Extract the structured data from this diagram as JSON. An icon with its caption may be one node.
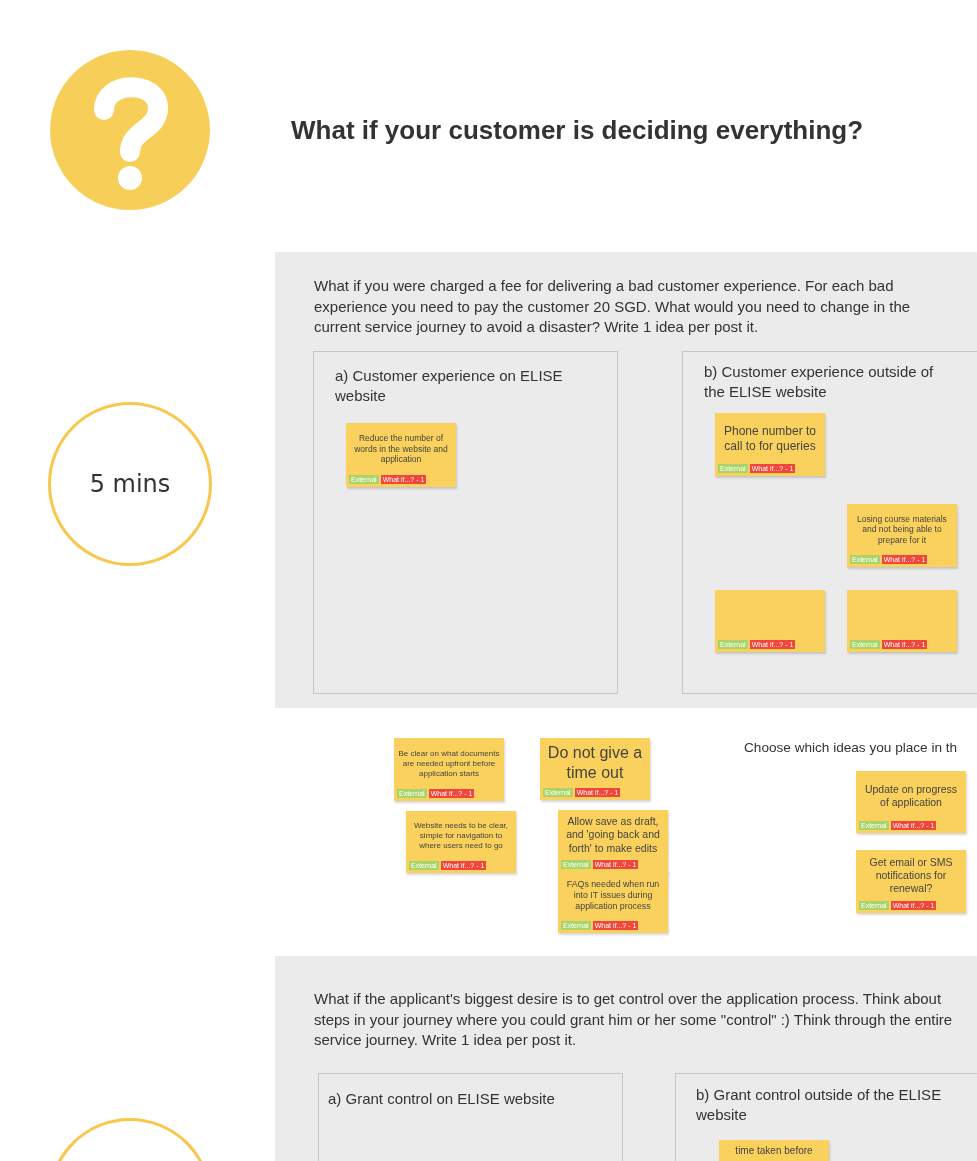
{
  "diagram": {
    "title": "What if your customer is deciding everything?",
    "nodes": [
      {
        "text": [
          "5 mins"
        ]
      },
      {
        "text": [
          "What if you were charged a fee for delivering a bad customer experience. For each bad experience you need to pay the customer 20 SGD. What would you need to change in the current service journey to avoid a disaster? Write 1 idea per post it."
        ]
      },
      {
        "text": [
          "a) Customer experience on ELISE website"
        ],
        "in": 1
      },
      {
        "text": [
          "Reduce the number of words in the website and application"
        ],
        "in": 2
      },
      {
        "text": [
          "External"
        ],
        "in": 3
      },
      {
        "text": [
          "What if...? - 1"
        ],
        "in": 3
      },
      {
        "text": [
          "b) Customer experience outside of the ELISE website"
        ],
        "in": 1
      },
      {
        "text": [
          "Phone number to call to for queries"
        ],
        "in": 6
      },
      {
        "text": [
          "External"
        ],
        "in": 7
      },
      {
        "text": [
          "What if...? - 1"
        ],
        "in": 7
      },
      {
        "text": [
          "Losing course materials and not being able to prepare for it"
        ],
        "in": 6
      },
      {
        "text": [
          "External"
        ],
        "in": 10
      },
      {
        "text": [
          "What if...? - 1"
        ],
        "in": 10
      },
      {
        "text": [],
        "shape": "box",
        "in": 6
      },
      {
        "text": [
          "External"
        ],
        "in": 13
      },
      {
        "text": [
          "What if...? - 1"
        ],
        "in": 13
      },
      {
        "text": [],
        "shape": "box",
        "in": 6
      },
      {
        "text": [
          "External"
        ],
        "in": 16
      },
      {
        "text": [
          "What if...? - 1"
        ],
        "in": 16
      },
      {
        "text": [
          "Be clear on what documents are needed upfront before application starts"
        ]
      },
      {
        "text": [
          "External"
        ],
        "in": 19
      },
      {
        "text": [
          "What if...? - 1"
        ],
        "in": 19
      },
      {
        "text": [
          "Do not give a time out"
        ]
      },
      {
        "text": [
          "External"
        ],
        "in": 22
      },
      {
        "text": [
          "What if...? - 1"
        ],
        "in": 22
      },
      {
        "text": [
          "Website needs to be clear, simple for navigation to where users need to go"
        ]
      },
      {
        "text": [
          "External"
        ],
        "in": 25
      },
      {
        "text": [
          "What if...? - 1"
        ],
        "in": 25
      },
      {
        "text": [
          "Allow save as draft, and 'going back and forth' to make edits"
        ]
      },
      {
        "text": [
          "External"
        ],
        "in": 28
      },
      {
        "text": [
          "What if...? - 1"
        ],
        "in": 28
      },
      {
        "text": [
          "FAQs needed when run into IT issues during application process"
        ]
      },
      {
        "text": [
          "External"
        ],
        "in": 31
      },
      {
        "text": [
          "What if...? - 1"
        ],
        "in": 31
      },
      {
        "text": [
          "Update on progress of application"
        ]
      },
      {
        "text": [
          "External"
        ],
        "in": 34
      },
      {
        "text": [
          "What if...? - 1"
        ],
        "in": 34
      },
      {
        "text": [
          "Get email or SMS notifications for renewal?"
        ]
      },
      {
        "text": [
          "External"
        ],
        "in": 37
      },
      {
        "text": [
          "What if...? - 1"
        ],
        "in": 37
      },
      {
        "text": [],
        "shape": "circle"
      },
      {
        "text": [
          "What if the applicant's biggest desire is to get control over the application process. Think about steps in your journey where you could grant him or her some \"control\" :) Think through the entire service journey. Write 1 idea per post it."
        ]
      },
      {
        "text": [
          "a) Grant control on ELISE website"
        ],
        "in": 41
      },
      {
        "text": [
          "b) Grant control outside of the ELISE website"
        ],
        "in": 41
      },
      {
        "text": [
          "time taken before"
        ],
        "in": 43
      }
    ],
    "labels": [
      "Choose which ideas you place in th"
    ]
  }
}
